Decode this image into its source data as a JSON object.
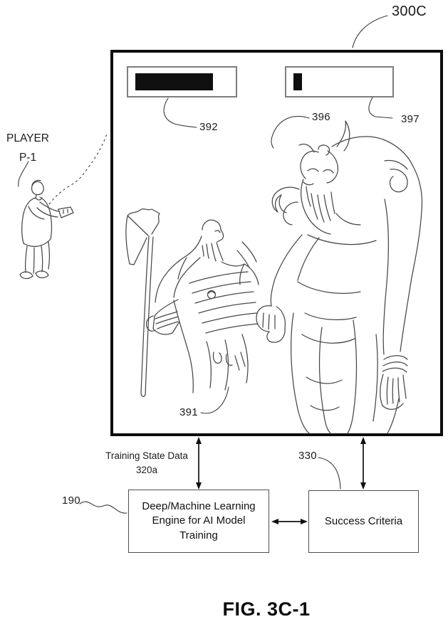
{
  "figure": {
    "ref_label": "300C",
    "caption": "FIG. 3C-1"
  },
  "player": {
    "label_line1": "PLAYER",
    "label_line2": "P-1"
  },
  "screen": {
    "health_bar_left": {
      "ref": "392",
      "fill_percent": 72
    },
    "health_bar_right": {
      "ref": "397",
      "fill_percent": 8
    },
    "warrior_ref": "391",
    "monster_ref": "396"
  },
  "flow": {
    "training_state_label": "Training State Data",
    "training_state_ref": "320a",
    "ml_engine_ref": "190",
    "ml_engine_lines": [
      "Deep/Machine Learning",
      "Engine for AI Model",
      "Training"
    ],
    "success_ref": "330",
    "success_label": "Success Criteria"
  },
  "colors": {
    "ink": "#0d0d0d",
    "sketch": "#474747",
    "bar_border": "#7d7d7d",
    "bar_fill": "#0f0f0f"
  }
}
